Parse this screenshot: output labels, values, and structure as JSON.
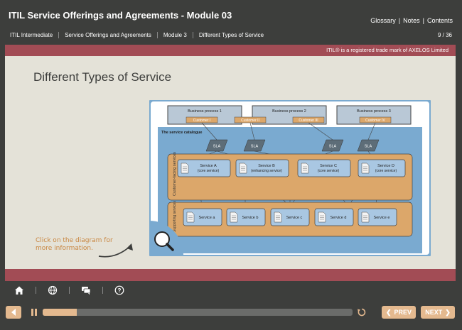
{
  "header": {
    "title": "ITIL Service Offerings and Agreements - Module 03",
    "links": [
      "Glossary",
      "Notes",
      "Contents"
    ],
    "breadcrumbs": [
      "ITIL Intermediate",
      "Service Offerings and Agreements",
      "Module 3",
      "Different Types of Service"
    ],
    "page": "9 / 36"
  },
  "trademark": "ITIL® is a registered trade mark of AXELOS Limited",
  "slide": {
    "heading": "Different Types of Service",
    "hint": "Click on the diagram for more information."
  },
  "diagram": {
    "business_processes": [
      {
        "name": "Business process 1",
        "customer": "Customer I"
      },
      {
        "name": "Business process 2",
        "customer": "Customer II",
        "customer2": "Customer III"
      },
      {
        "name": "Business process 3",
        "customer": "Customer IV"
      }
    ],
    "catalogue_label": "The service catalogue",
    "sla_label": "SLA",
    "customer_facing_label": "Customer-facing services",
    "supporting_label": "Supporting services",
    "customer_services": [
      {
        "name": "Service A",
        "type": "(core service)"
      },
      {
        "name": "Service B",
        "type": "(enhancing service)"
      },
      {
        "name": "Service C",
        "type": "(core service)"
      },
      {
        "name": "Service D",
        "type": "(core service)"
      }
    ],
    "supporting_services": [
      "Service a",
      "Service b",
      "Service c",
      "Service d",
      "Service e"
    ]
  },
  "player": {
    "progress": 0.11,
    "prev_label": "PREV",
    "next_label": "NEXT",
    "icons": [
      "home-icon",
      "globe-icon",
      "chat-icon",
      "help-icon"
    ]
  },
  "colors": {
    "accent": "#e4b98f",
    "red": "#a24c55",
    "blue": "#7aaad0",
    "orange": "#dca76a"
  }
}
